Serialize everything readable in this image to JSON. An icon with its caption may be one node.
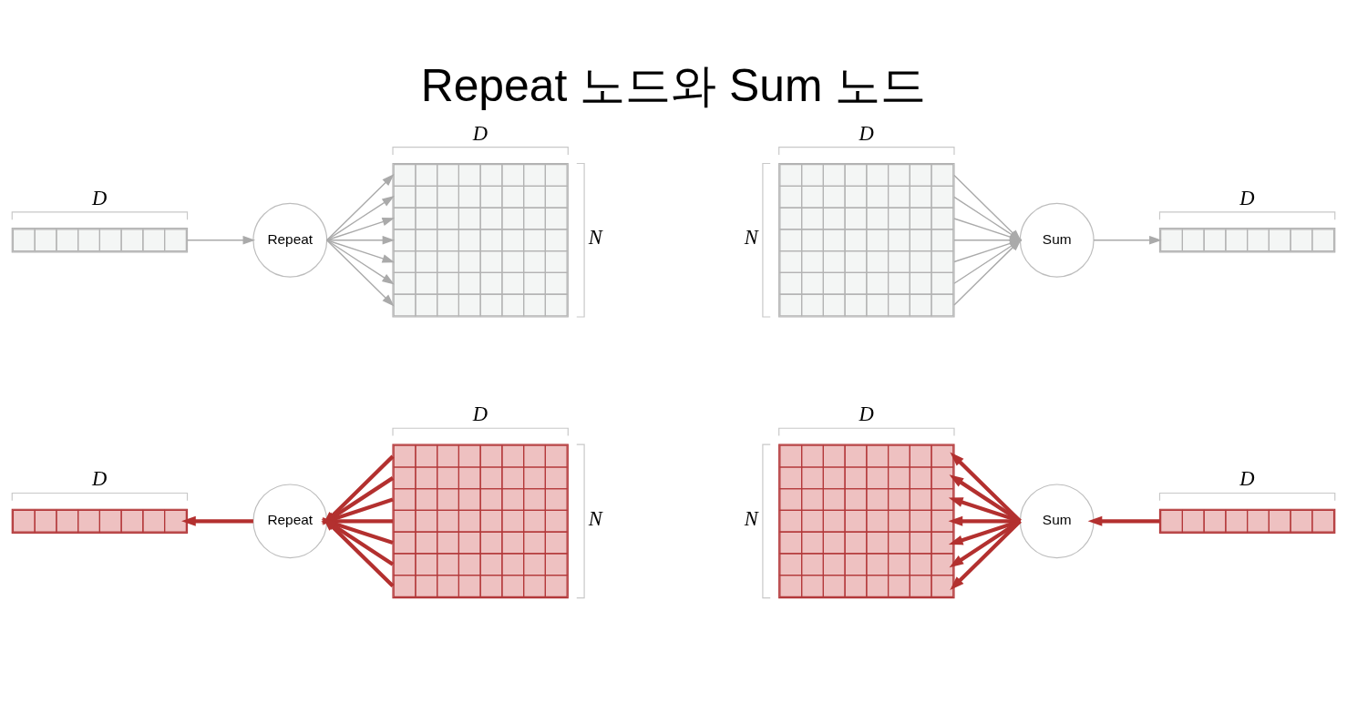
{
  "diagram": {
    "title": "Repeat 노드와 Sum 노드",
    "nodes": [
      {
        "text": [],
        "shape": "bar",
        "beside": [
          "D"
        ]
      },
      {
        "text": [
          "Repeat"
        ]
      },
      {
        "text": [],
        "shape": "box",
        "beside": [
          "D",
          "N"
        ]
      },
      {
        "text": [],
        "shape": "box",
        "beside": [
          "D",
          "N"
        ]
      },
      {
        "text": [
          "Sum"
        ]
      },
      {
        "text": [],
        "shape": "bar",
        "beside": [
          "D"
        ]
      },
      {
        "text": [],
        "shape": "bar",
        "beside": [
          "D"
        ]
      },
      {
        "text": [
          "Repeat"
        ]
      },
      {
        "text": [],
        "shape": "box",
        "beside": [
          "D",
          "N"
        ]
      },
      {
        "text": [],
        "shape": "box",
        "beside": [
          "D",
          "N"
        ]
      },
      {
        "text": [
          "Sum"
        ]
      },
      {
        "text": [],
        "shape": "bar",
        "beside": [
          "D"
        ]
      }
    ],
    "edges": [
      {
        "from": 0,
        "to": 1,
        "arrow": "to"
      },
      {
        "from": 1,
        "to": 2,
        "arrow": "to"
      },
      {
        "from": 1,
        "to": 2,
        "arrow": "to"
      },
      {
        "from": 1,
        "to": 2,
        "arrow": "to"
      },
      {
        "from": 1,
        "to": 2,
        "arrow": "to"
      },
      {
        "from": 1,
        "to": 2,
        "arrow": "to"
      },
      {
        "from": 1,
        "to": 2,
        "arrow": "to"
      },
      {
        "from": 1,
        "to": 2,
        "arrow": "to"
      },
      {
        "from": 3,
        "to": 4,
        "arrow": "to"
      },
      {
        "from": 3,
        "to": 4,
        "arrow": "to"
      },
      {
        "from": 3,
        "to": 4,
        "arrow": "to"
      },
      {
        "from": 3,
        "to": 4,
        "arrow": "to"
      },
      {
        "from": 3,
        "to": 4,
        "arrow": "to"
      },
      {
        "from": 3,
        "to": 4,
        "arrow": "to"
      },
      {
        "from": 3,
        "to": 4,
        "arrow": "to"
      },
      {
        "from": 4,
        "to": 5,
        "arrow": "to"
      },
      {
        "from": 7,
        "to": 6,
        "arrow": "to",
        "style": "thick",
        "color": "#b3302f"
      },
      {
        "from": 8,
        "to": 7,
        "arrow": "to",
        "style": "thick",
        "color": "#b3302f"
      },
      {
        "from": 8,
        "to": 7,
        "arrow": "to",
        "style": "thick",
        "color": "#b3302f"
      },
      {
        "from": 8,
        "to": 7,
        "arrow": "to",
        "style": "thick",
        "color": "#b3302f"
      },
      {
        "from": 8,
        "to": 7,
        "arrow": "to",
        "style": "thick",
        "color": "#b3302f"
      },
      {
        "from": 8,
        "to": 7,
        "arrow": "to",
        "style": "thick",
        "color": "#b3302f"
      },
      {
        "from": 8,
        "to": 7,
        "arrow": "to",
        "style": "thick",
        "color": "#b3302f"
      },
      {
        "from": 8,
        "to": 7,
        "arrow": "to",
        "style": "thick",
        "color": "#b3302f"
      },
      {
        "from": 10,
        "to": 9,
        "arrow": "to",
        "style": "thick",
        "color": "#b3302f"
      },
      {
        "from": 10,
        "to": 9,
        "arrow": "to",
        "style": "thick",
        "color": "#b3302f"
      },
      {
        "from": 10,
        "to": 9,
        "arrow": "to",
        "style": "thick",
        "color": "#b3302f"
      },
      {
        "from": 10,
        "to": 9,
        "arrow": "to",
        "style": "thick",
        "color": "#b3302f"
      },
      {
        "from": 10,
        "to": 9,
        "arrow": "to",
        "style": "thick",
        "color": "#b3302f"
      },
      {
        "from": 10,
        "to": 9,
        "arrow": "to",
        "style": "thick",
        "color": "#b3302f"
      },
      {
        "from": 10,
        "to": 9,
        "arrow": "to",
        "style": "thick",
        "color": "#b3302f"
      },
      {
        "from": 11,
        "to": 10,
        "arrow": "to",
        "style": "thick",
        "color": "#b3302f"
      }
    ]
  }
}
